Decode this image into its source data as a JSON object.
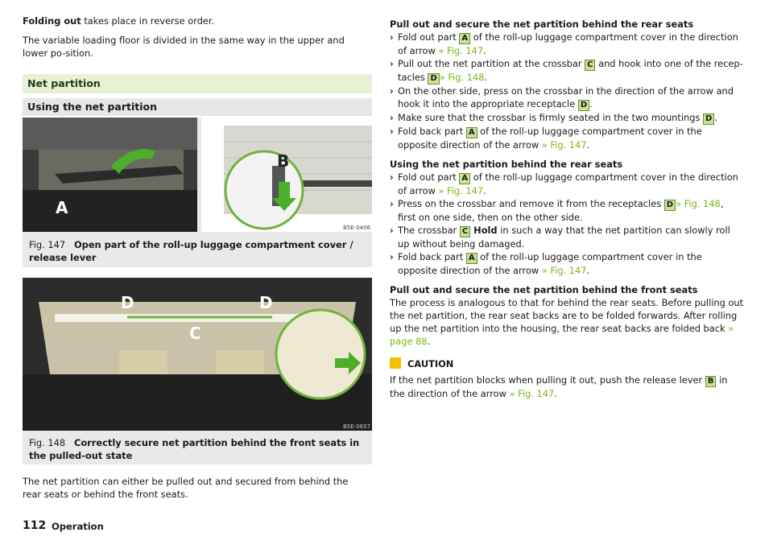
{
  "left": {
    "p1_bold": "Folding out",
    "p1_rest": " takes place in reverse order.",
    "p2": "The variable loading floor is divided in the same way in the upper and lower po-sition.",
    "band1": "Net partition",
    "band2": "Using the net partition",
    "fig147": {
      "label": "Fig. 147",
      "title": "Open part of the roll-up luggage compartment cover / release lever",
      "code": "B5E-0406",
      "markA": "A",
      "markB": "B"
    },
    "fig148": {
      "label": "Fig. 148",
      "title": "Correctly secure net partition behind the front seats in the pulled-out state",
      "code": "B5E-0657",
      "markD1": "D",
      "markD2": "D",
      "markC": "C"
    },
    "p3": "The net partition can either be pulled out and secured from behind the rear seats or behind the front seats."
  },
  "right": {
    "h1": "Pull out and secure the net partition behind the rear seats",
    "s1": [
      {
        "pre": "Fold out part ",
        "box": "A",
        "post": " of the roll-up luggage compartment cover in the direction of arrow ",
        "link": "» Fig. 147",
        "end": "."
      },
      {
        "pre": "Pull out the net partition at the crossbar ",
        "box": "C",
        "post": " and hook into one of the recep-tacles ",
        "box2": "D",
        "link": "» Fig. 148",
        "end": "."
      },
      {
        "pre": "On the other side, press on the crossbar in the direction of the arrow and hook it into the appropriate receptacle ",
        "box": "D",
        "end": "."
      },
      {
        "pre": "Make sure that the crossbar is firmly seated in the two mountings ",
        "box": "D",
        "end": "."
      },
      {
        "pre": "Fold back part ",
        "box": "A",
        "post": " of the roll-up luggage compartment cover in the opposite direction of the arrow ",
        "link": "» Fig. 147",
        "end": "."
      }
    ],
    "h2": "Using the net partition behind the rear seats",
    "s2": [
      {
        "pre": "Fold out part ",
        "box": "A",
        "post": " of the roll-up luggage compartment cover in the direction of arrow ",
        "link": "» Fig. 147",
        "end": "."
      },
      {
        "pre": "Press on the crossbar and remove it from the receptacles ",
        "box": "D",
        "link": "» Fig. 148",
        "end": ", first on one side, then on the other side."
      },
      {
        "pre": "The crossbar ",
        "box": "C",
        "bold": " Hold",
        "post": " in such a way that the net partition can slowly roll up without being damaged."
      },
      {
        "pre": "Fold back part ",
        "box": "A",
        "post": " of the roll-up luggage compartment cover in the opposite direction of the arrow ",
        "link": "» Fig. 147",
        "end": "."
      }
    ],
    "h3": "Pull out and secure the net partition behind the front seats",
    "p_front": "The process is analogous to that for behind the rear seats. Before pulling out the net partition, the rear seat backs are to be folded forwards. After rolling up the net partition into the housing, the rear seat backs are folded back ",
    "p_front_link": "» page 88",
    "p_front_end": ".",
    "caution_title": "CAUTION",
    "caution_pre": "If the net partition blocks when pulling it out, push the release lever ",
    "caution_box": "B",
    "caution_post": " in the direction of the arrow ",
    "caution_link": "» Fig. 147",
    "caution_end": "."
  },
  "footer": {
    "page": "112",
    "section": "Operation"
  },
  "colors": {
    "accent": "#7cb518",
    "band": "#e8f0d6",
    "box": "#c9e29a"
  }
}
